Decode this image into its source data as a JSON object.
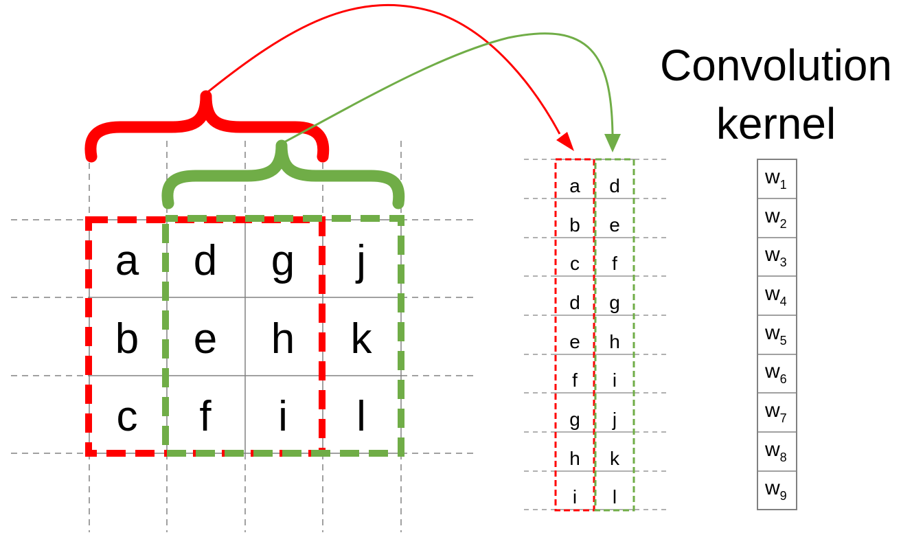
{
  "title": {
    "line1": "Convolution",
    "line2": "kernel"
  },
  "grid": {
    "columns": [
      [
        "a",
        "b",
        "c"
      ],
      [
        "d",
        "e",
        "f"
      ],
      [
        "g",
        "h",
        "i"
      ],
      [
        "j",
        "k",
        "l"
      ]
    ]
  },
  "columns_unrolled": {
    "first": [
      "a",
      "b",
      "c",
      "d",
      "e",
      "f",
      "g",
      "h",
      "i"
    ],
    "second": [
      "d",
      "e",
      "f",
      "g",
      "h",
      "i",
      "j",
      "k",
      "l"
    ]
  },
  "kernel": {
    "weights": [
      {
        "base": "w",
        "sub": "1"
      },
      {
        "base": "w",
        "sub": "2"
      },
      {
        "base": "w",
        "sub": "3"
      },
      {
        "base": "w",
        "sub": "4"
      },
      {
        "base": "w",
        "sub": "5"
      },
      {
        "base": "w",
        "sub": "6"
      },
      {
        "base": "w",
        "sub": "7"
      },
      {
        "base": "w",
        "sub": "8"
      },
      {
        "base": "w",
        "sub": "9"
      }
    ]
  },
  "colors": {
    "red": "#ff0000",
    "green": "#70ad47",
    "grid": "#7f7f7f"
  }
}
